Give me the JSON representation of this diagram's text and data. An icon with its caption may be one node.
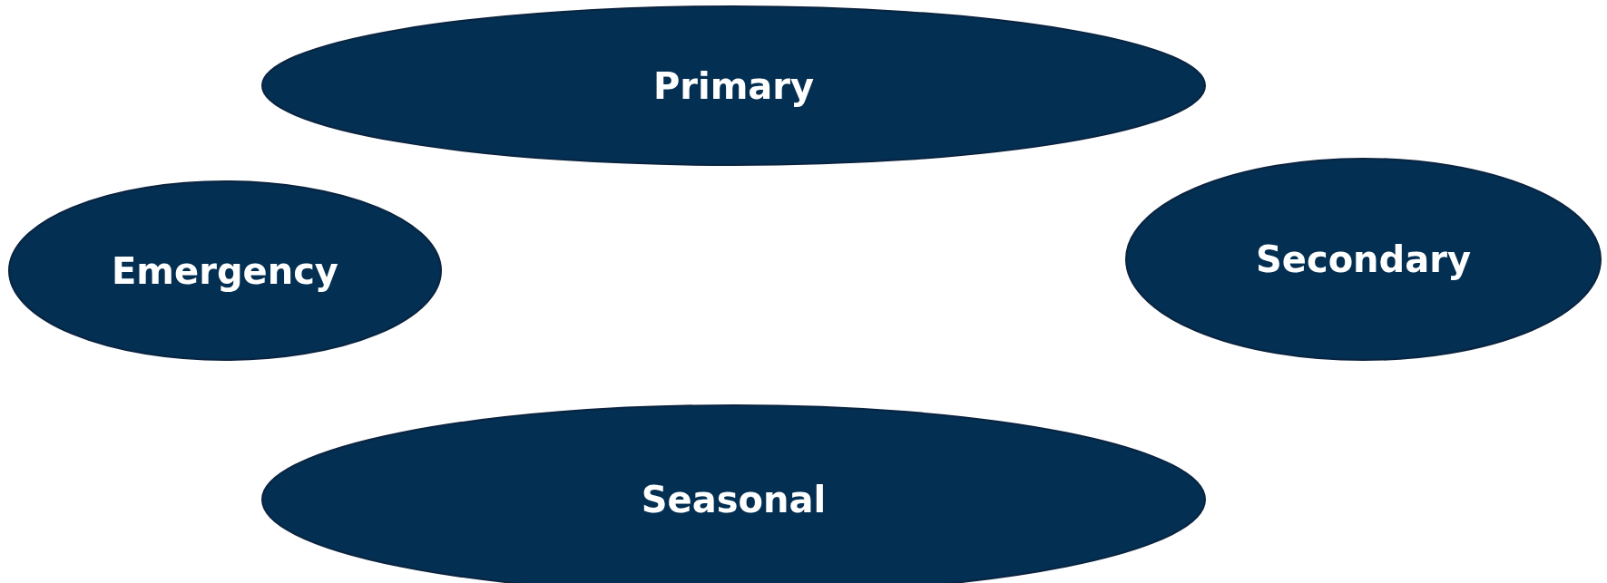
{
  "diagram": {
    "nodes": [
      {
        "text": [
          "Primary"
        ]
      },
      {
        "text": [
          "Emergency"
        ]
      },
      {
        "text": [
          "Secondary"
        ]
      },
      {
        "text": [
          "Seasonal"
        ]
      }
    ]
  }
}
